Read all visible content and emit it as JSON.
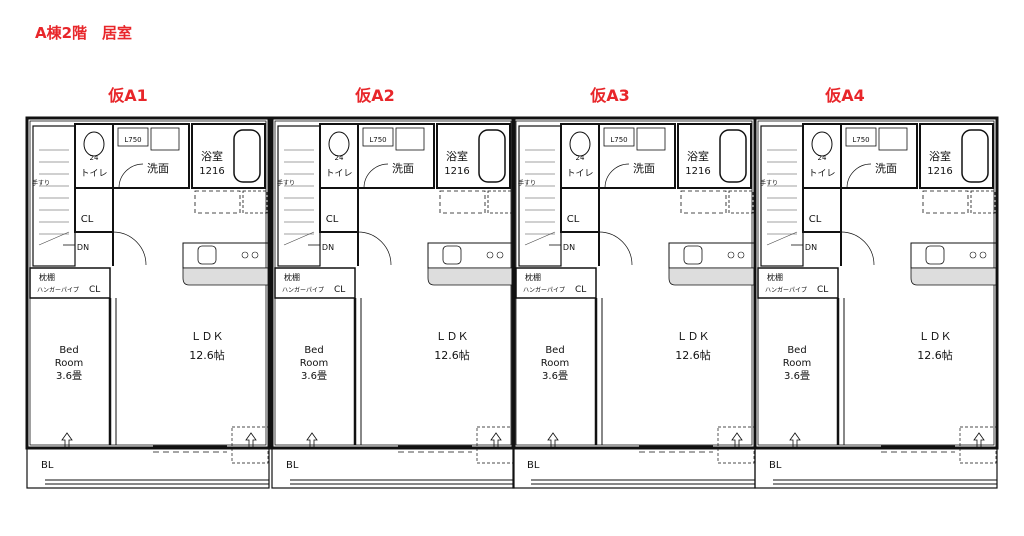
{
  "page_title": "A棟2階　居室",
  "units": [
    {
      "name": "仮A1"
    },
    {
      "name": "仮A2"
    },
    {
      "name": "仮A3"
    },
    {
      "name": "仮A4"
    }
  ],
  "rooms": {
    "toilet": "トイレ",
    "toilet_num": "24",
    "washroom": "洗面",
    "vanity": "L750",
    "bath": "浴室",
    "bath_size": "1216",
    "handrail": "手すり",
    "closet": "CL",
    "down": "DN",
    "shelf": "枕棚",
    "hanger_pipe": "ハンガーパイプ",
    "bed": "Bed",
    "room": "Room",
    "bed_size": "3.6畳",
    "ldk": "ＬＤＫ",
    "ldk_size": "12.6帖",
    "balcony": "BL"
  },
  "colors": {
    "accent": "#e8262a",
    "line": "#111111"
  }
}
